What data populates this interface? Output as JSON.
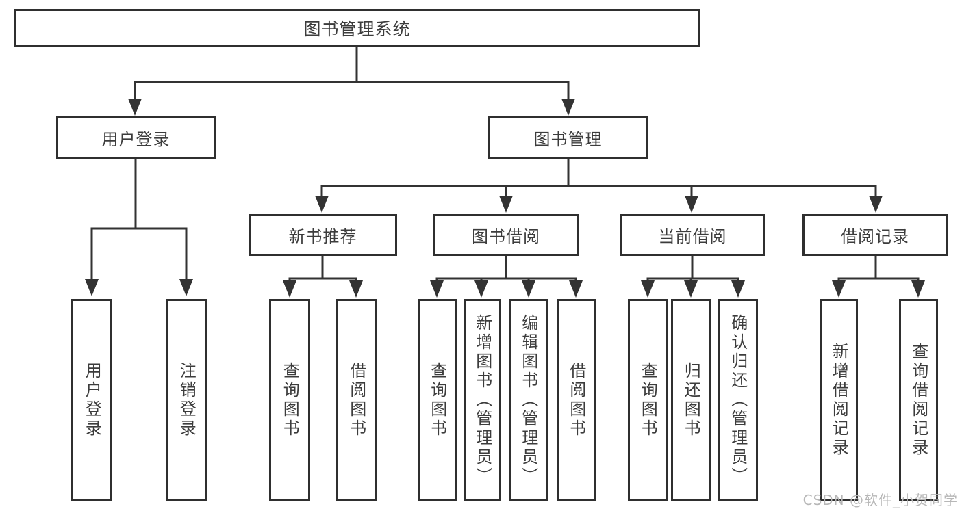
{
  "tree": {
    "root": "图书管理系统",
    "level2": [
      {
        "label": "用户登录",
        "children": [
          "用户登录",
          "注销登录"
        ]
      },
      {
        "label": "图书管理",
        "sections": [
          {
            "label": "新书推荐",
            "children": [
              "查询图书",
              "借阅图书"
            ]
          },
          {
            "label": "图书借阅",
            "children": [
              "查询图书",
              "新增图书（管理员）",
              "编辑图书（管理员）",
              "借阅图书"
            ]
          },
          {
            "label": "当前借阅",
            "children": [
              "查询图书",
              "归还图书",
              "确认归还（管理员）"
            ]
          },
          {
            "label": "借阅记录",
            "children": [
              "新增借阅记录",
              "查询借阅记录"
            ]
          }
        ]
      }
    ]
  },
  "watermark": "CSDN @软件_小贺同学",
  "colors": {
    "line": "#333333",
    "box_border": "#2f2f2f",
    "text": "#3c3c3c",
    "watermark": "#b7b7b7",
    "background": "#ffffff"
  }
}
